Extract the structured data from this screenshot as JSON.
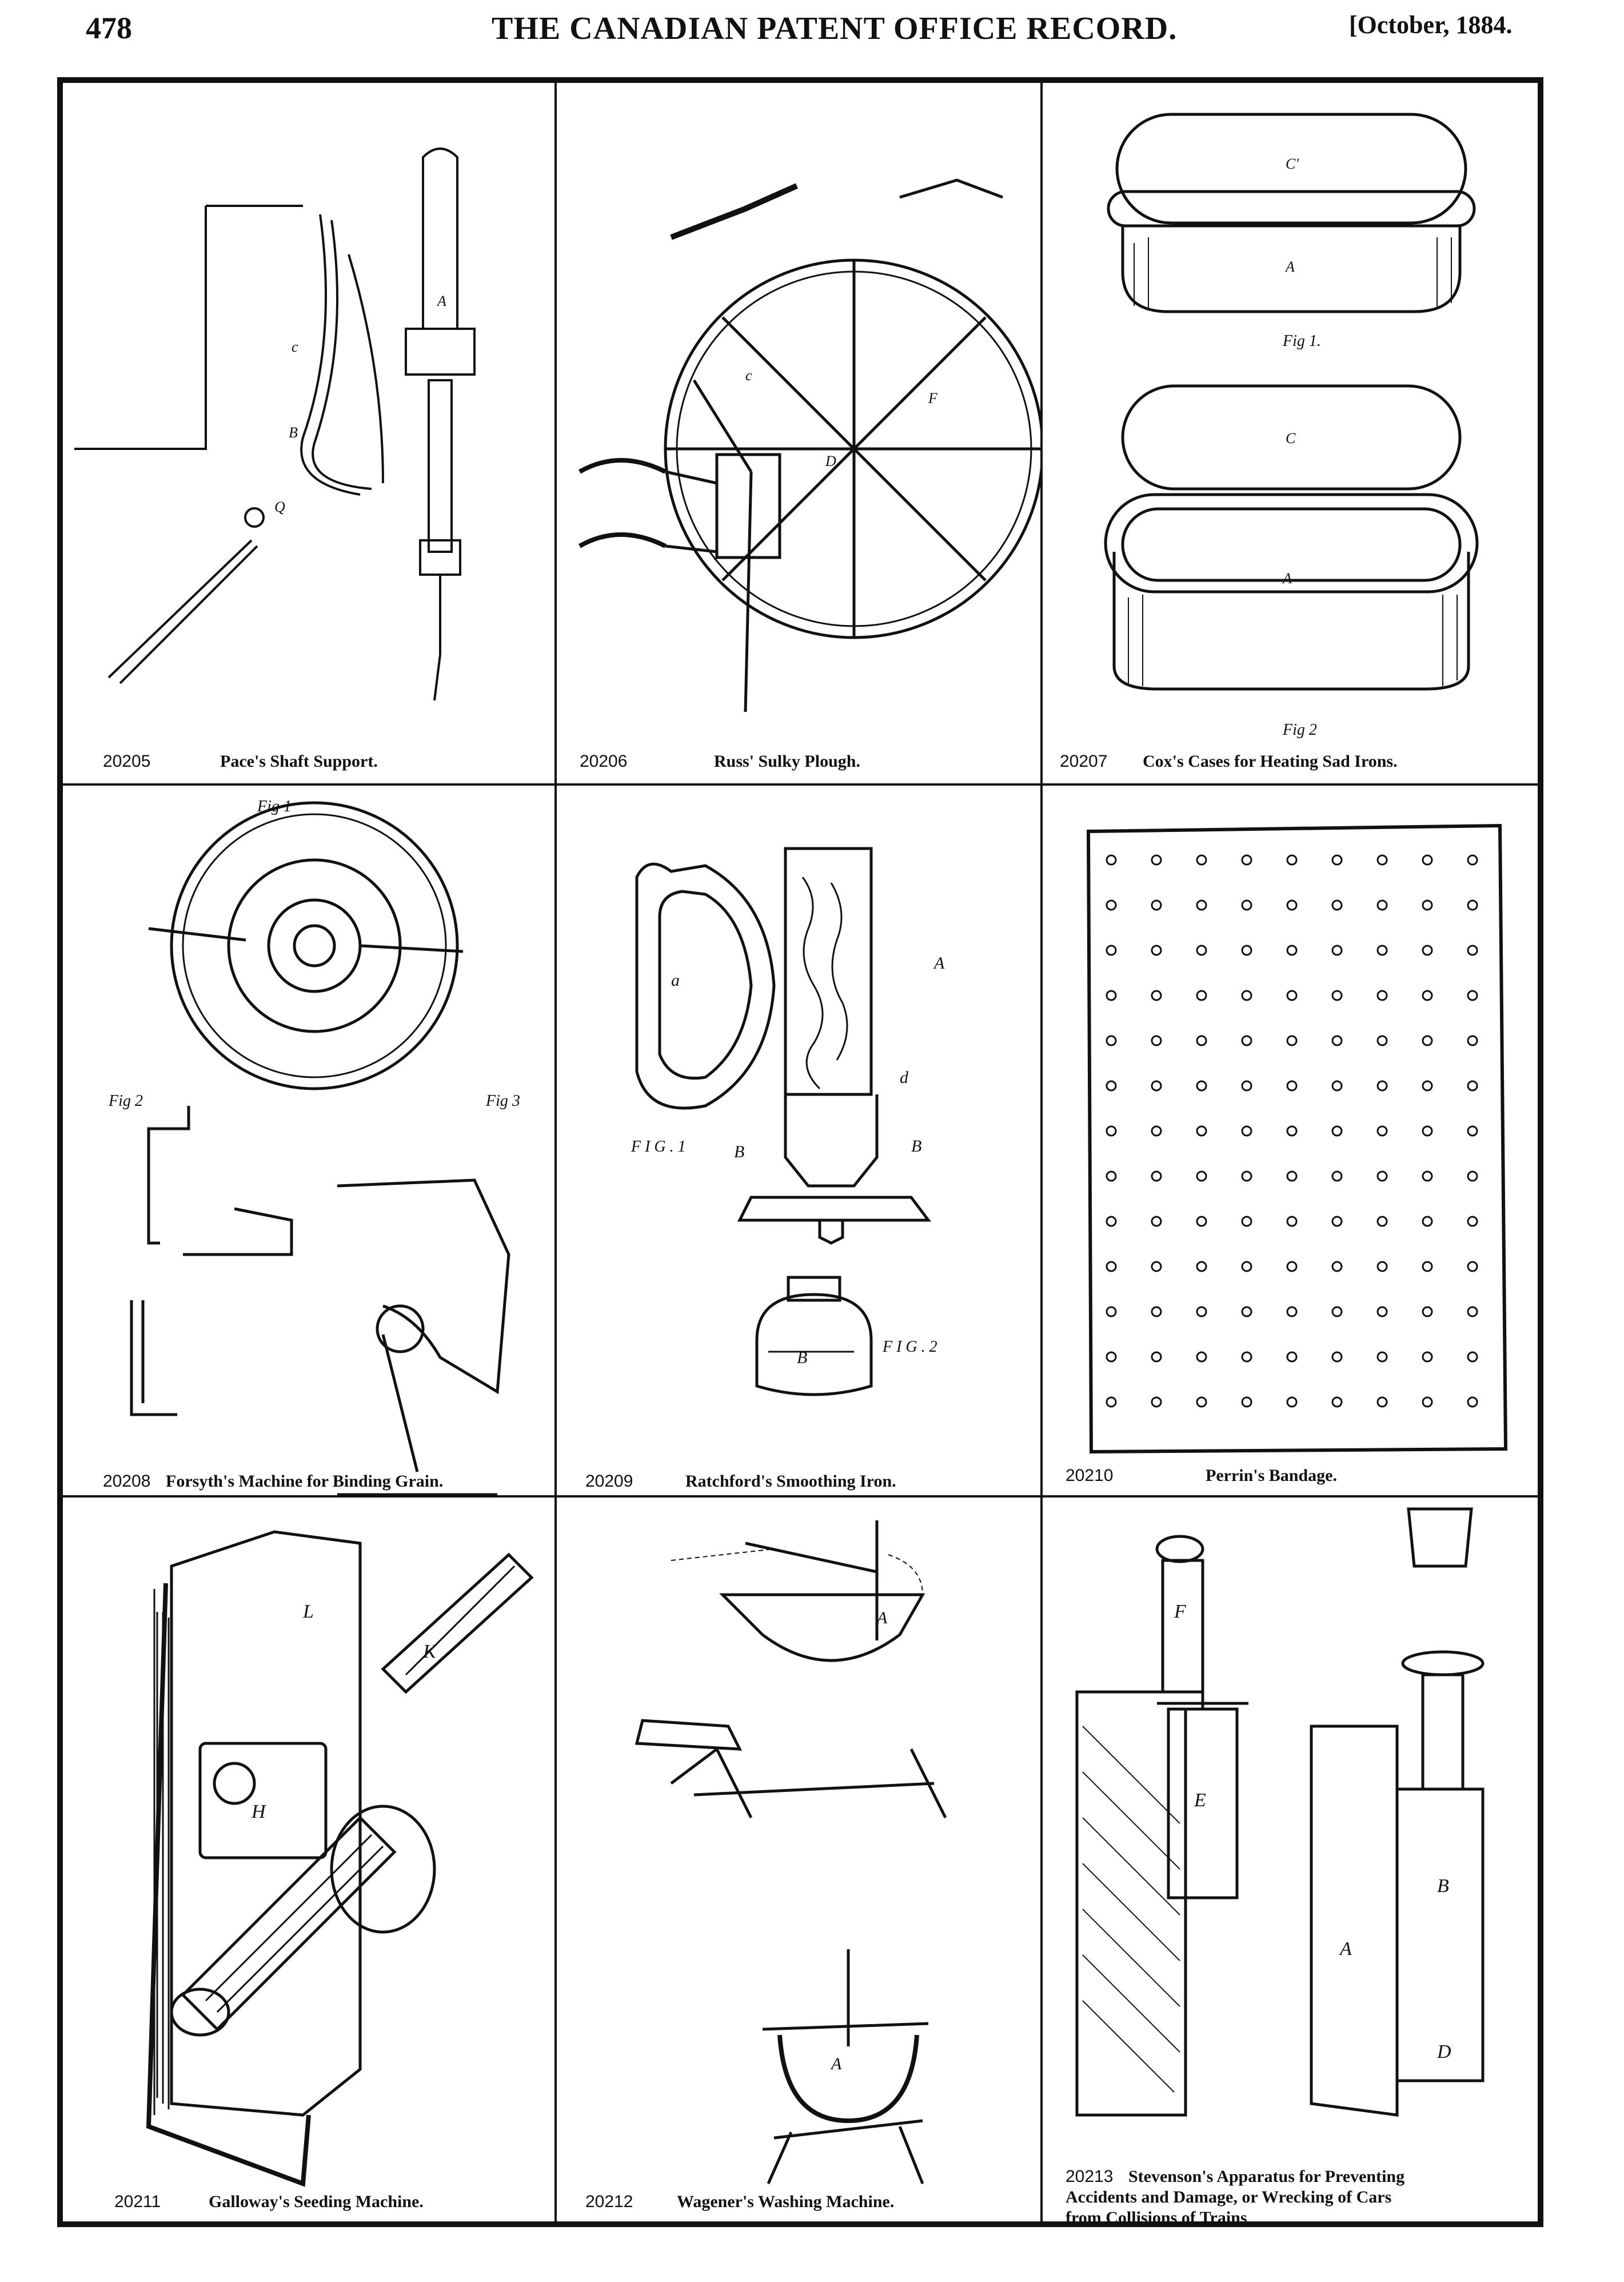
{
  "header": {
    "page_number": "478",
    "title": "THE CANADIAN PATENT OFFICE RECORD.",
    "date": "[October, 1884."
  },
  "patents": [
    {
      "number": "20205",
      "title": "Pace's Shaft Support."
    },
    {
      "number": "20206",
      "title": "Russ' Sulky Plough."
    },
    {
      "number": "20207",
      "title": "Cox's Cases for Heating Sad Irons."
    },
    {
      "number": "20208",
      "title": "Forsyth's Machine for Binding Grain."
    },
    {
      "number": "20209",
      "title": "Ratchford's Smoothing Iron."
    },
    {
      "number": "20210",
      "title": "Perrin's Bandage."
    },
    {
      "number": "20211",
      "title": "Galloway's Seeding Machine."
    },
    {
      "number": "20212",
      "title": "Wagener's Washing Machine."
    },
    {
      "number": "20213",
      "title": "Stevenson's Apparatus for Preventing Accidents and Damage, or Wrecking of Cars from Collisions of Trains"
    }
  ],
  "figure_labels": {
    "fig1": "Fig 1.",
    "fig2": "Fig 2",
    "f1": "Fig 1",
    "f2": "Fig 2",
    "f3": "Fig 3",
    "rfig1": "F I G . 1",
    "rfig2": "F I G . 2"
  }
}
